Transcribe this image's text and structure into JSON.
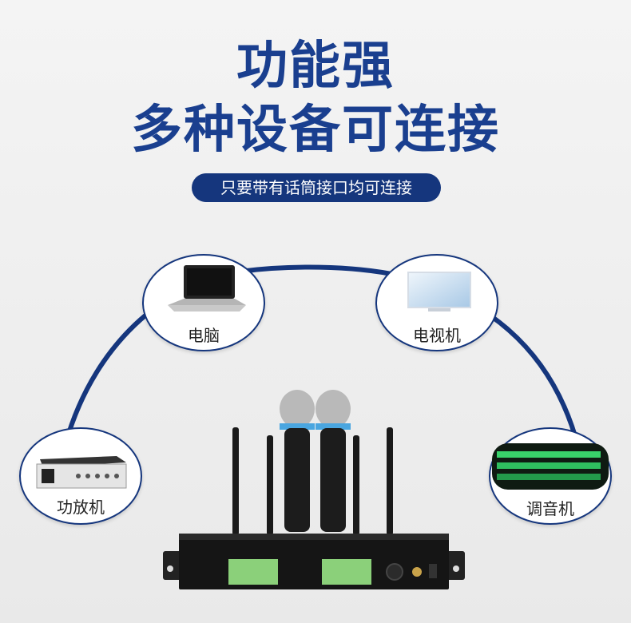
{
  "headline": {
    "line1": "功能强",
    "line2": "多种设备可连接"
  },
  "subtitle": "只要带有话筒接口均可连接",
  "devices": [
    {
      "label": "电脑",
      "icon": "laptop-icon"
    },
    {
      "label": "电视机",
      "icon": "tv-icon"
    },
    {
      "label": "功放机",
      "icon": "amplifier-icon"
    },
    {
      "label": "调音机",
      "icon": "mixer-icon"
    }
  ],
  "colors": {
    "accent": "#15367d",
    "title": "#1a3f8f"
  }
}
